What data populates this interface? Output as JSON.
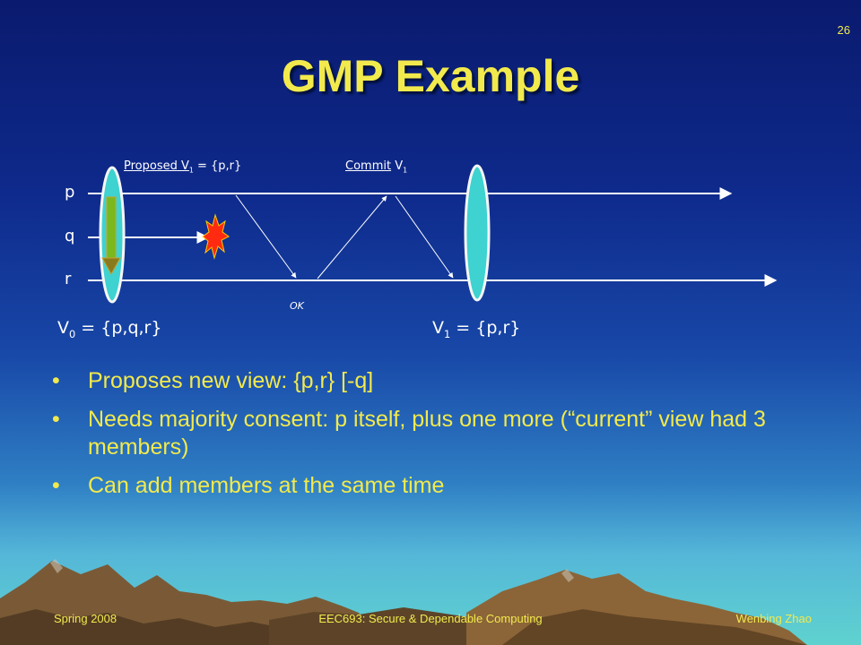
{
  "slide": {
    "page_number": "26",
    "title": "GMP Example",
    "bullets": [
      "Proposes new view: {p,r} [-q]",
      "Needs majority consent: p itself, plus one more (“current” view had 3 members)",
      "Can add members at the same time"
    ],
    "bullet_glyph": "•"
  },
  "diagram": {
    "process_labels": [
      "p",
      "q",
      "r"
    ],
    "proposed_prefix": "Proposed",
    "proposed_view_name": " V",
    "proposed_view_sub": "1",
    "proposed_view_set": " = {p,r}",
    "commit_prefix": "Commit",
    "commit_view_name": " V",
    "commit_view_sub": "1",
    "ok_label": "OK",
    "view0_name": "V",
    "view0_sub": "0",
    "view0_set": " = {p,q,r}",
    "view1_name": "V",
    "view1_sub": "1",
    "view1_set": " = {p,r}"
  },
  "footer": {
    "left": "Spring 2008",
    "center": "EEC693: Secure & Dependable Computing",
    "right": "Wenbing Zhao"
  },
  "colors": {
    "title": "#f2ea4c",
    "ellipse": "#3ed2d0",
    "crash": "#ff2a10",
    "mountain": "#7a5a36"
  }
}
